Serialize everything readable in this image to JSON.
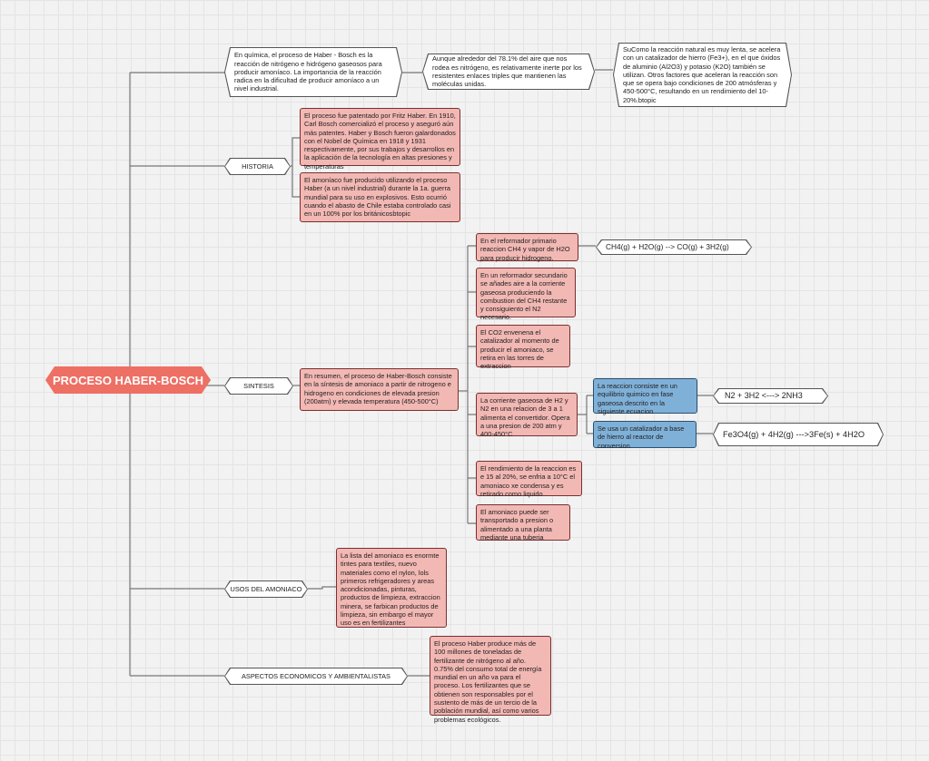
{
  "root": "PROCESO HABER-BOSCH",
  "intro": {
    "t1": "En química, el proceso de Haber - Bosch es la reacción de nitrógeno e hidrógeno gaseosos para producir amoníaco. La importancia de la reacción radica en la dificultad de producir amoníaco a un nivel industrial.",
    "t2": "Aunque alrededor del 78.1% del aire que nos rodea es nitrógeno, es relativamente inerte por los resistentes enlaces triples que mantienen las moléculas unidas.",
    "t3": "SuComo la reacción natural es muy lenta, se acelera con un catalizador de hierro (Fe3+), en el que óxidos de aluminio (Al2O3) y potasio (K2O) también se utilizan. Otros factores que aceleran la reacción son que se opera bajo condiciones de 200 atmósferas y 450-500°C, resultando en un rendimiento del 10-20%.btopic"
  },
  "historia": {
    "label": "HISTORIA",
    "n1": "El proceso fue patentado por Fritz Haber. En 1910, Carl Bosch comercializó el proceso y aseguró aún más patentes. Haber y Bosch fueron galardonados con el Nobel de Química en 1918 y 1931 respectivamente, por sus trabajos y desarrollos en la aplicación de la tecnología en altas presiones y temperaturas",
    "n2": "El amoníaco fue producido utilizando el proceso Haber (a un nivel industrial) durante la 1a. guerra mundial para su uso en explosivos. Esto ocurrió cuando el abasto de Chile estaba controlado casi en un 100% por los británicosbtopic"
  },
  "sintesis": {
    "label": "SINTESIS",
    "summary": "En resumen, el proceso de Haber-Bosch consiste en la síntesis de amoniaco a partir de nitrogeno e hidrogeno en condiciones de elevada presion (200atm) y elevada temperatura (450-500°C)",
    "s1": "En el reformador primario reaccion CH4 y vapor de H2O para producir hidrogeno.",
    "s1eq": "CH4(g) + H2O(g) --> CO(g) + 3H2(g)",
    "s2": "En un reformador secundario se añades aire a la corriente gaseosa produciendo la combustion del CH4 restante y consiguiento el N2 necesario.",
    "s3": "El CO2 envenena el catalizador al momento de producir el amoniaco, se retira en las torres de extraccion",
    "s4": "La corriente gaseosa de H2 y N2 en una relacion de 3 a 1 alimenta el convertidor. Opera a una presion de 200 atm y 400-450°C",
    "b1": "La reaccion consiste en un equilibrio quimico en fase gaseosa descrito en la siguiente ecuacion",
    "b1eq": "N2 + 3H2 <---> 2NH3",
    "b2": "Se usa un catalizador a base de hierro al reactor de conversion.",
    "b2eq": "Fe3O4(g) + 4H2(g) --->3Fe(s) + 4H2O",
    "s5": "El rendimiento de la reaccion es e 15 al 20%, se enfria a 10°C el amoniaco xe condensa y es retirado como liquido",
    "s6": "El amoniaco puede ser transportado a presion o alimentado a una planta mediante una tuberia"
  },
  "usos": {
    "label": "USOS DEL AMONIACO",
    "n1": "La lista del amoniaco es enormte tintes para textiles, nuevo materiales como el nylon, lols primeros refrigeradores y areas acondicionadas, pinturas, productos de limpieza, extraccion minera, se farbican productos de limpieza, sin embargo el mayor uso es en fertilizantes"
  },
  "aspectos": {
    "label": "ASPECTOS ECONOMICOS Y AMBIENTALISTAS",
    "n1": "El proceso Haber produce más de 100 millones de toneladas de fertilizante de nitrógeno al año. 0.75% del consumo total de energía mundial en un año va para el proceso. Los fertilizantes que se obtienen son responsables por el sustento de más de un tercio de la población mundial, así como varios problemas ecológicos."
  }
}
